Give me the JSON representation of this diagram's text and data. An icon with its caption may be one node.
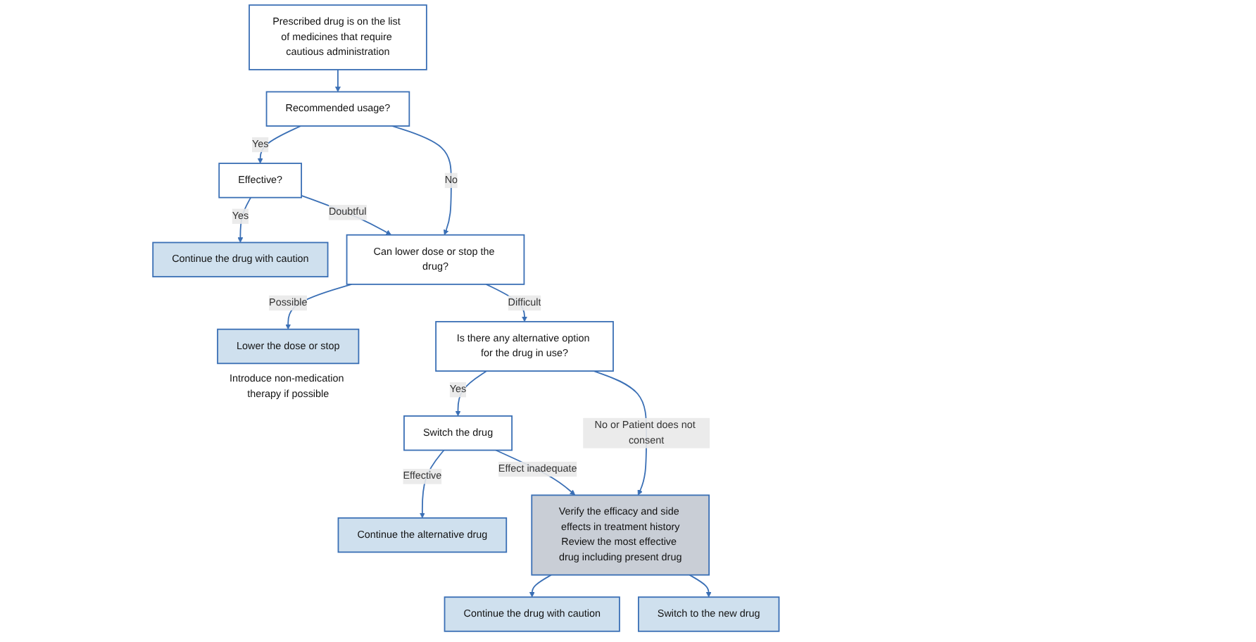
{
  "diagram": {
    "nodes": [
      {
        "text": [
          "Prescribed drug is on the list of medicines that require cautious administration"
        ]
      },
      {
        "text": [
          "Recommended usage?"
        ]
      },
      {
        "text": [
          "Effective?"
        ]
      },
      {
        "text": [
          "Continue the drug with caution"
        ]
      },
      {
        "text": [
          "Can lower dose or stop the drug?"
        ]
      },
      {
        "text": [
          "Lower the dose or stop"
        ],
        "beside": [
          "Introduce non-medication therapy if possible"
        ]
      },
      {
        "text": [
          "Is there any alternative option for the drug in use?"
        ]
      },
      {
        "text": [
          "Switch the drug"
        ]
      },
      {
        "text": [
          "Continue the alternative drug"
        ]
      },
      {
        "text": [
          "Verify the efficacy and side effects in treatment history",
          "Review the most effective drug including present drug"
        ]
      },
      {
        "text": [
          "Continue the drug with caution"
        ]
      },
      {
        "text": [
          "Switch to the new drug"
        ]
      }
    ],
    "edges": [
      {
        "from": 0,
        "to": 1,
        "arrow": "to"
      },
      {
        "from": 1,
        "to": 2,
        "arrow": "to",
        "label": "Yes"
      },
      {
        "from": 2,
        "to": 3,
        "arrow": "to",
        "label": "Yes"
      },
      {
        "from": 1,
        "to": 4,
        "arrow": "to",
        "label": "No"
      },
      {
        "from": 2,
        "to": 4,
        "arrow": "to",
        "label": "Doubtful"
      },
      {
        "from": 4,
        "to": 5,
        "arrow": "to",
        "label": "Possible"
      },
      {
        "from": 4,
        "to": 6,
        "arrow": "to",
        "label": "Difficult"
      },
      {
        "from": 6,
        "to": 7,
        "arrow": "to",
        "label": "Yes"
      },
      {
        "from": 7,
        "to": 8,
        "arrow": "to",
        "label": "Effective"
      },
      {
        "from": 6,
        "to": 9,
        "arrow": "to",
        "label": "No or Patient does not consent"
      },
      {
        "from": 7,
        "to": 9,
        "arrow": "to",
        "label": "Effect inadequate"
      },
      {
        "from": 9,
        "to": 10,
        "arrow": "to"
      },
      {
        "from": 9,
        "to": 11,
        "arrow": "to"
      }
    ]
  }
}
